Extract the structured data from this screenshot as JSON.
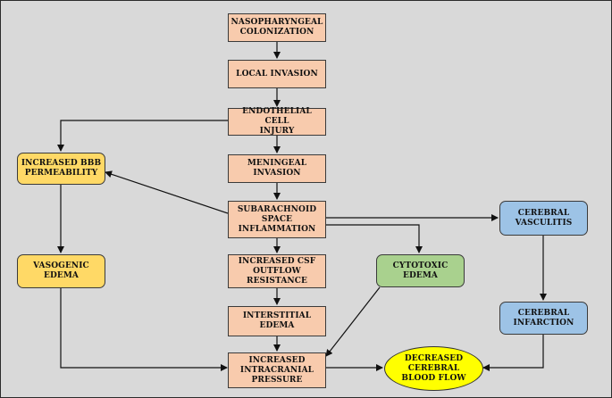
{
  "colors": {
    "background": "#d9d9d9",
    "pathway": "#f8cbad",
    "vasogenic": "#ffd966",
    "vascular": "#9dc3e6",
    "cytotoxic": "#a9d18e",
    "outcome": "#ffff00",
    "arrow": "#111111"
  },
  "nodes": {
    "nasopharyngeal_colonization": "NASOPHARYNGEAL\nCOLONIZATION",
    "local_invasion": "LOCAL INVASION",
    "endothelial_cell_injury": "ENDOTHELIAL CELL\nINJURY",
    "meningeal_invasion": "MENINGEAL\nINVASION",
    "subarachnoid_space_inflammation": "SUBARACHNOID\nSPACE\nINFLAMMATION",
    "increased_csf_outflow_resistance": "INCREASED CSF\nOUTFLOW\nRESISTANCE",
    "interstitial_edema": "INTERSTITIAL\nEDEMA",
    "increased_intracranial_pressure": "INCREASED\nINTRACRANIAL\nPRESSURE",
    "increased_bbb_permeability": "INCREASED BBB\nPERMEABILITY",
    "vasogenic_edema": "VASOGENIC\nEDEMA",
    "cytotoxic_edema": "CYTOTOXIC\nEDEMA",
    "cerebral_vasculitis": "CEREBRAL\nVASCULITIS",
    "cerebral_infarction": "CEREBRAL\nINFARCTION",
    "decreased_cerebral_blood_flow": "DECREASED\nCEREBRAL\nBLOOD FLOW"
  },
  "edges": [
    {
      "from": "nasopharyngeal_colonization",
      "to": "local_invasion"
    },
    {
      "from": "local_invasion",
      "to": "endothelial_cell_injury"
    },
    {
      "from": "endothelial_cell_injury",
      "to": "meningeal_invasion"
    },
    {
      "from": "endothelial_cell_injury",
      "to": "increased_bbb_permeability"
    },
    {
      "from": "meningeal_invasion",
      "to": "subarachnoid_space_inflammation"
    },
    {
      "from": "subarachnoid_space_inflammation",
      "to": "increased_bbb_permeability"
    },
    {
      "from": "subarachnoid_space_inflammation",
      "to": "increased_csf_outflow_resistance"
    },
    {
      "from": "subarachnoid_space_inflammation",
      "to": "cytotoxic_edema"
    },
    {
      "from": "subarachnoid_space_inflammation",
      "to": "cerebral_vasculitis"
    },
    {
      "from": "increased_bbb_permeability",
      "to": "vasogenic_edema"
    },
    {
      "from": "vasogenic_edema",
      "to": "increased_intracranial_pressure"
    },
    {
      "from": "increased_csf_outflow_resistance",
      "to": "interstitial_edema"
    },
    {
      "from": "interstitial_edema",
      "to": "increased_intracranial_pressure"
    },
    {
      "from": "cytotoxic_edema",
      "to": "increased_intracranial_pressure"
    },
    {
      "from": "increased_intracranial_pressure",
      "to": "decreased_cerebral_blood_flow"
    },
    {
      "from": "cerebral_vasculitis",
      "to": "cerebral_infarction"
    },
    {
      "from": "cerebral_infarction",
      "to": "decreased_cerebral_blood_flow"
    }
  ]
}
